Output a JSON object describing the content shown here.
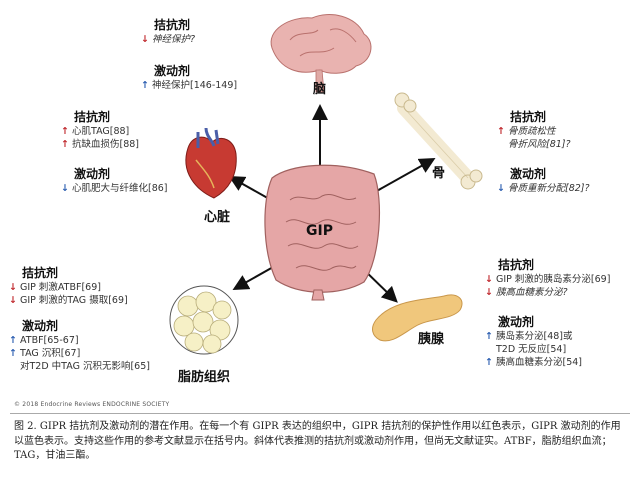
{
  "center": {
    "label": "GIP"
  },
  "brain": {
    "organ": "脑",
    "antagonist_header": "拮抗剂",
    "antagonist_items": [
      {
        "dir": "↓",
        "text": "神经保护?"
      }
    ],
    "agonist_header": "激动剂",
    "agonist_items": [
      {
        "dir": "↑",
        "text": "神经保护[146-149]"
      }
    ]
  },
  "heart": {
    "organ": "心脏",
    "antagonist_header": "拮抗剂",
    "antagonist_items": [
      {
        "dir": "↑",
        "text": "心肌TAG[88]"
      },
      {
        "dir": "↑",
        "text": "抗缺血损伤[88]"
      }
    ],
    "agonist_header": "激动剂",
    "agonist_items": [
      {
        "dir": "↓",
        "text": "心肌肥大与纤维化[86]"
      }
    ]
  },
  "bone": {
    "organ": "骨",
    "antagonist_header": "拮抗剂",
    "antagonist_items": [
      {
        "dir": "↑",
        "text": "骨质疏松性"
      },
      {
        "dir": "",
        "text": "骨折风险[81]?"
      }
    ],
    "agonist_header": "激动剂",
    "agonist_items": [
      {
        "dir": "↓",
        "text": "骨质重新分配[82]?"
      }
    ]
  },
  "adipose": {
    "organ": "脂肪组织",
    "antagonist_header": "拮抗剂",
    "antagonist_items": [
      {
        "dir": "↓",
        "text": "GIP 刺激ATBF[69]"
      },
      {
        "dir": "↓",
        "text": "GIP 刺激的TAG 摄取[69]"
      }
    ],
    "agonist_header": "激动剂",
    "agonist_items": [
      {
        "dir": "↑",
        "text": "ATBF[65-67]"
      },
      {
        "dir": "↑",
        "text": "TAG 沉积[67]"
      },
      {
        "dir": "",
        "text": "对T2D 中TAG 沉积无影响[65]"
      }
    ]
  },
  "pancreas": {
    "organ": "胰腺",
    "antagonist_header": "拮抗剂",
    "antagonist_items": [
      {
        "dir": "↓",
        "text": "GIP 刺激的胰岛素分泌[69]"
      },
      {
        "dir": "↓",
        "text": "胰高血糖素分泌?"
      }
    ],
    "agonist_header": "激动剂",
    "agonist_items": [
      {
        "dir": "↑",
        "text": "胰岛素分泌[48]或"
      },
      {
        "dir": "",
        "text": "T2D 无反应[54]"
      },
      {
        "dir": "↑",
        "text": "胰高血糖素分泌[54]"
      }
    ]
  },
  "copyright": "© 2018 Endocrine Reviews ENDOCRINE SOCIETY",
  "caption": "图 2. GIPR 拮抗剂及激动剂的潜在作用。在每一个有 GIPR 表达的组织中，GIPR 拮抗剂的保护性作用以红色表示，GIPR 激动剂的作用以蓝色表示。支持这些作用的参考文献显示在括号内。斜体代表推测的拮抗剂或激动剂作用，但尚无文献证实。ATBF，脂肪组织血流；TAG，甘油三酯。",
  "colors": {
    "antagonist_arrow": "#c0282d",
    "agonist_arrow": "#2a5db0"
  }
}
